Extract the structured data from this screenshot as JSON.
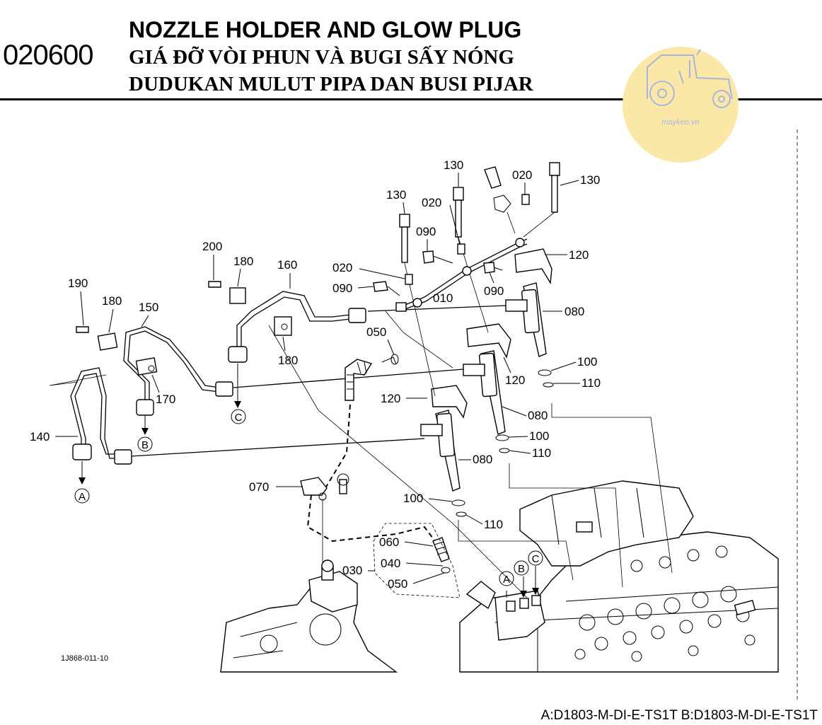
{
  "header": {
    "code": "020600",
    "title_en": "NOZZLE HOLDER AND GLOW PLUG",
    "title_vi": "GIÁ ĐỠ VÒI PHUN VÀ BUGI SẤY NÓNG",
    "title_id": "DUDUKAN MULUT PIPA DAN BUSI PIJAR"
  },
  "watermark": {
    "text": "maykeo.vn",
    "icon": "tractor-icon",
    "color": "#fbe8a6",
    "line_color": "#a7b6e0"
  },
  "figure_id": "1J868-011-10",
  "labels": {
    "p010": "010",
    "p020": "020",
    "p030": "030",
    "p040": "040",
    "p050": "050",
    "p060": "060",
    "p070": "070",
    "p080": "080",
    "p090": "090",
    "p100": "100",
    "p110": "110",
    "p120": "120",
    "p130": "130",
    "p140": "140",
    "p150": "150",
    "p160": "160",
    "p170": "170",
    "p180": "180",
    "p190": "190",
    "p200": "200"
  },
  "callouts": {
    "a": "A",
    "b": "B",
    "c": "C"
  },
  "footer": "A:D1803-M-DI-E-TS1T B:D1803-M-DI-E-TS1T"
}
